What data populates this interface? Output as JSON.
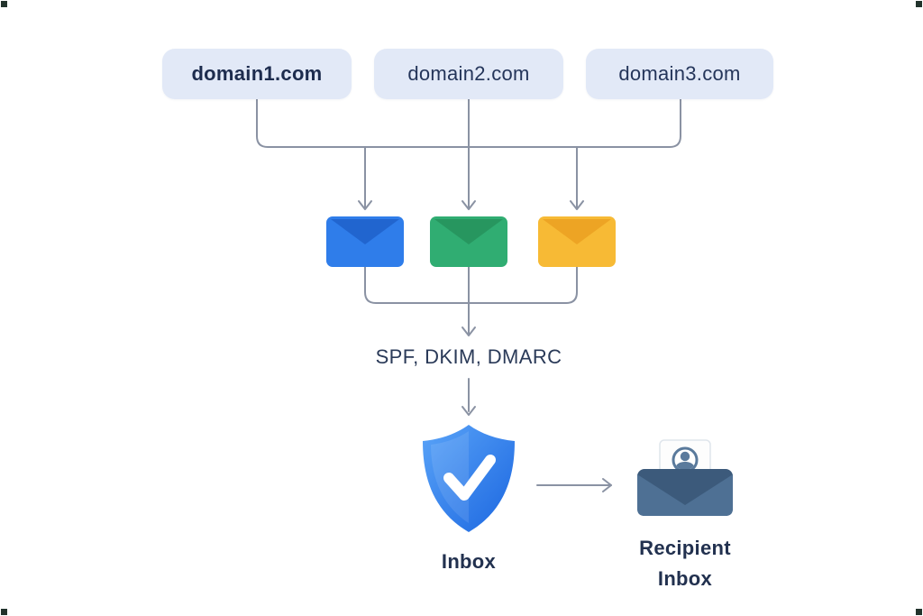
{
  "diagram": {
    "domains": [
      {
        "label": "domain1.com"
      },
      {
        "label": "domain2.com"
      },
      {
        "label": "domain3.com"
      }
    ],
    "envelopes": [
      {
        "name": "envelope-blue",
        "color": "#2f7dea",
        "flap_color": "#2165cf"
      },
      {
        "name": "envelope-green",
        "color": "#30ad72",
        "flap_color": "#27965f"
      },
      {
        "name": "envelope-yellow",
        "color": "#f7ba35",
        "flap_color": "#eda424"
      }
    ],
    "auth_label": "SPF, DKIM, DMARC",
    "shield": {
      "label": "Inbox",
      "color": "#2f7ef0"
    },
    "recipient": {
      "line1": "Recipient",
      "line2": "Inbox"
    },
    "colors": {
      "background": "#ffffff",
      "domain_box_bg": "#e2e9f7",
      "text": "#22314f",
      "connector": "#8a92a3",
      "recipient_envelope": "#4e7094",
      "recipient_envelope_dark": "#3c5a7b"
    }
  }
}
